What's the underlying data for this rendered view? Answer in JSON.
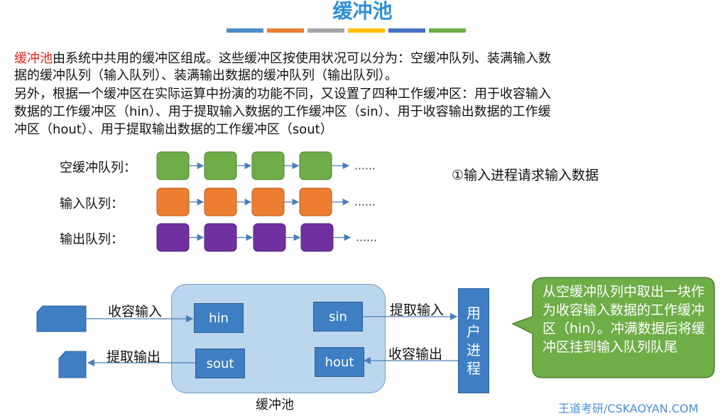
{
  "title": "缓冲池",
  "palette": [
    "#4f8dc9",
    "#ed7d31",
    "#a5a5a5",
    "#ffc000",
    "#4472c4",
    "#70ad47"
  ],
  "intro": {
    "highlight": "缓冲池",
    "line1_rest": "由系统中共用的缓冲区组成。这些缓冲区按使用状况可以分为：空缓冲队列、装满输入数",
    "line2": "据的缓冲队列（输入队列）、装满输出数据的缓冲队列（输出队列）。",
    "line3": "另外，根据一个缓冲区在实际运算中扮演的功能不同，又设置了四种工作缓冲区：用于收容输入",
    "line4": "数据的工作缓冲区（hin）、用于提取输入数据的工作缓冲区（sin）、用于收容输出数据的工作缓",
    "line5": "冲区（hout）、用于提取输出数据的工作缓冲区（sout）"
  },
  "queues": [
    {
      "label": "空缓冲队列：",
      "color": "#6fad47",
      "border": "#507f33",
      "ellipsis": "……"
    },
    {
      "label": "输入队列：",
      "color": "#ed7d31",
      "border": "#b55d21",
      "ellipsis": "……"
    },
    {
      "label": "输出队列：",
      "color": "#7030a0",
      "border": "#52237a",
      "ellipsis": "……"
    }
  ],
  "step_note": "①输入进程请求输入数据",
  "pool": {
    "caption": "缓冲池",
    "hin": "hin",
    "sin": "sin",
    "sout": "sout",
    "hout": "hout"
  },
  "user_process": "用户进程",
  "flows": {
    "collect_input": "收容输入",
    "extract_input": "提取输入",
    "extract_output": "提取输出",
    "collect_output": "收容输出"
  },
  "callout": {
    "text": "从空缓冲队列中取出一块作为收容输入数据的工作缓冲区（hin）。冲满数据后将缓冲区挂到输入队列队尾",
    "color": "#6fad47"
  },
  "watermark": "王道考研/CSKAOYAN.COM"
}
